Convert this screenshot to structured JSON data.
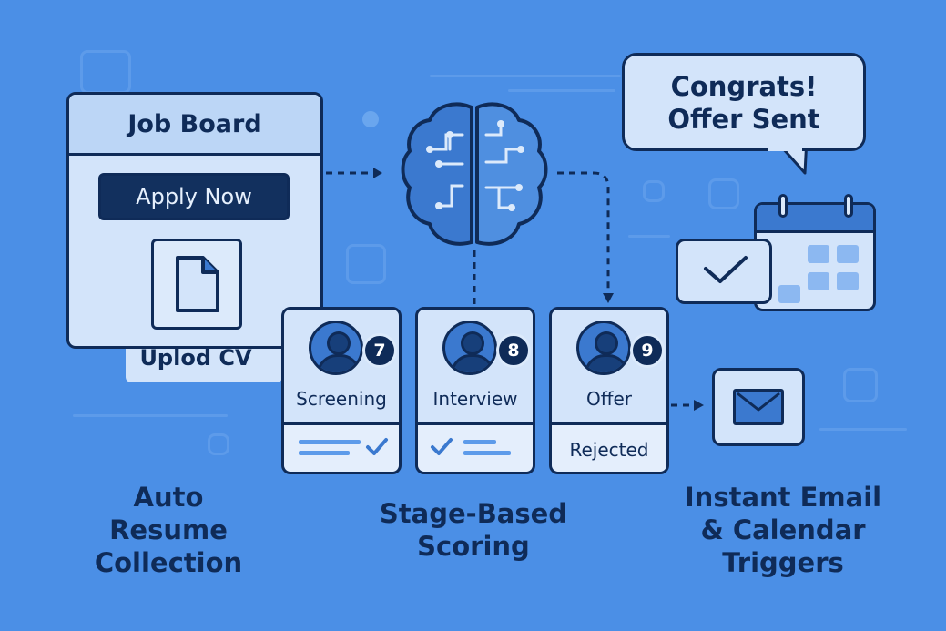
{
  "job_board": {
    "title": "Job Board",
    "apply_button": "Apply Now",
    "upload_label": "Uplod CV"
  },
  "stages": [
    {
      "name": "Screening",
      "score": "7"
    },
    {
      "name": "Interview",
      "score": "8"
    },
    {
      "name": "Offer",
      "score": "9",
      "outcome": "Rejected"
    }
  ],
  "bubble": {
    "line1": "Congrats!",
    "line2": "Offer Sent"
  },
  "captions": {
    "left": [
      "Auto",
      "Resume",
      "Collection"
    ],
    "middle": [
      "Stage-Based",
      "Scoring"
    ],
    "right": [
      "Instant Email",
      "& Calendar",
      "Triggers"
    ]
  },
  "icons": [
    "document-icon",
    "brain-circuit-icon",
    "avatar-icon",
    "check-icon",
    "calendar-icon",
    "envelope-icon",
    "speech-bubble-icon"
  ],
  "colors": {
    "background": "#4b8fe6",
    "ink": "#0f2b58",
    "card": "#d3e4fa",
    "accent": "#3b79cf",
    "button": "#12305e"
  }
}
